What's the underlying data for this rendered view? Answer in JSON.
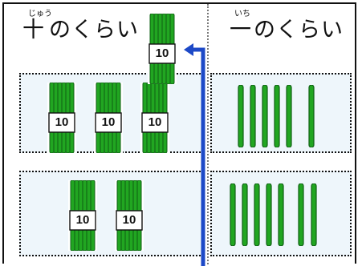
{
  "headings": {
    "tens": {
      "ruby": "じゅう",
      "kanji": "十",
      "suffix": "のくらい"
    },
    "ones": {
      "ruby": "いち",
      "kanji": "一",
      "suffix": "のくらい"
    }
  },
  "bundle_label": "10",
  "rows": [
    {
      "tens_bundles": 3,
      "ones_sticks": 6
    },
    {
      "tens_bundles": 2,
      "ones_sticks": 7
    }
  ],
  "moving_bundle_label": "10",
  "colors": {
    "stick": "#21a621",
    "stick_dark": "#0f5f14",
    "panel_fill": "#eef6fb",
    "arrow": "#1d49c7",
    "divider": "#7a7a7a"
  }
}
